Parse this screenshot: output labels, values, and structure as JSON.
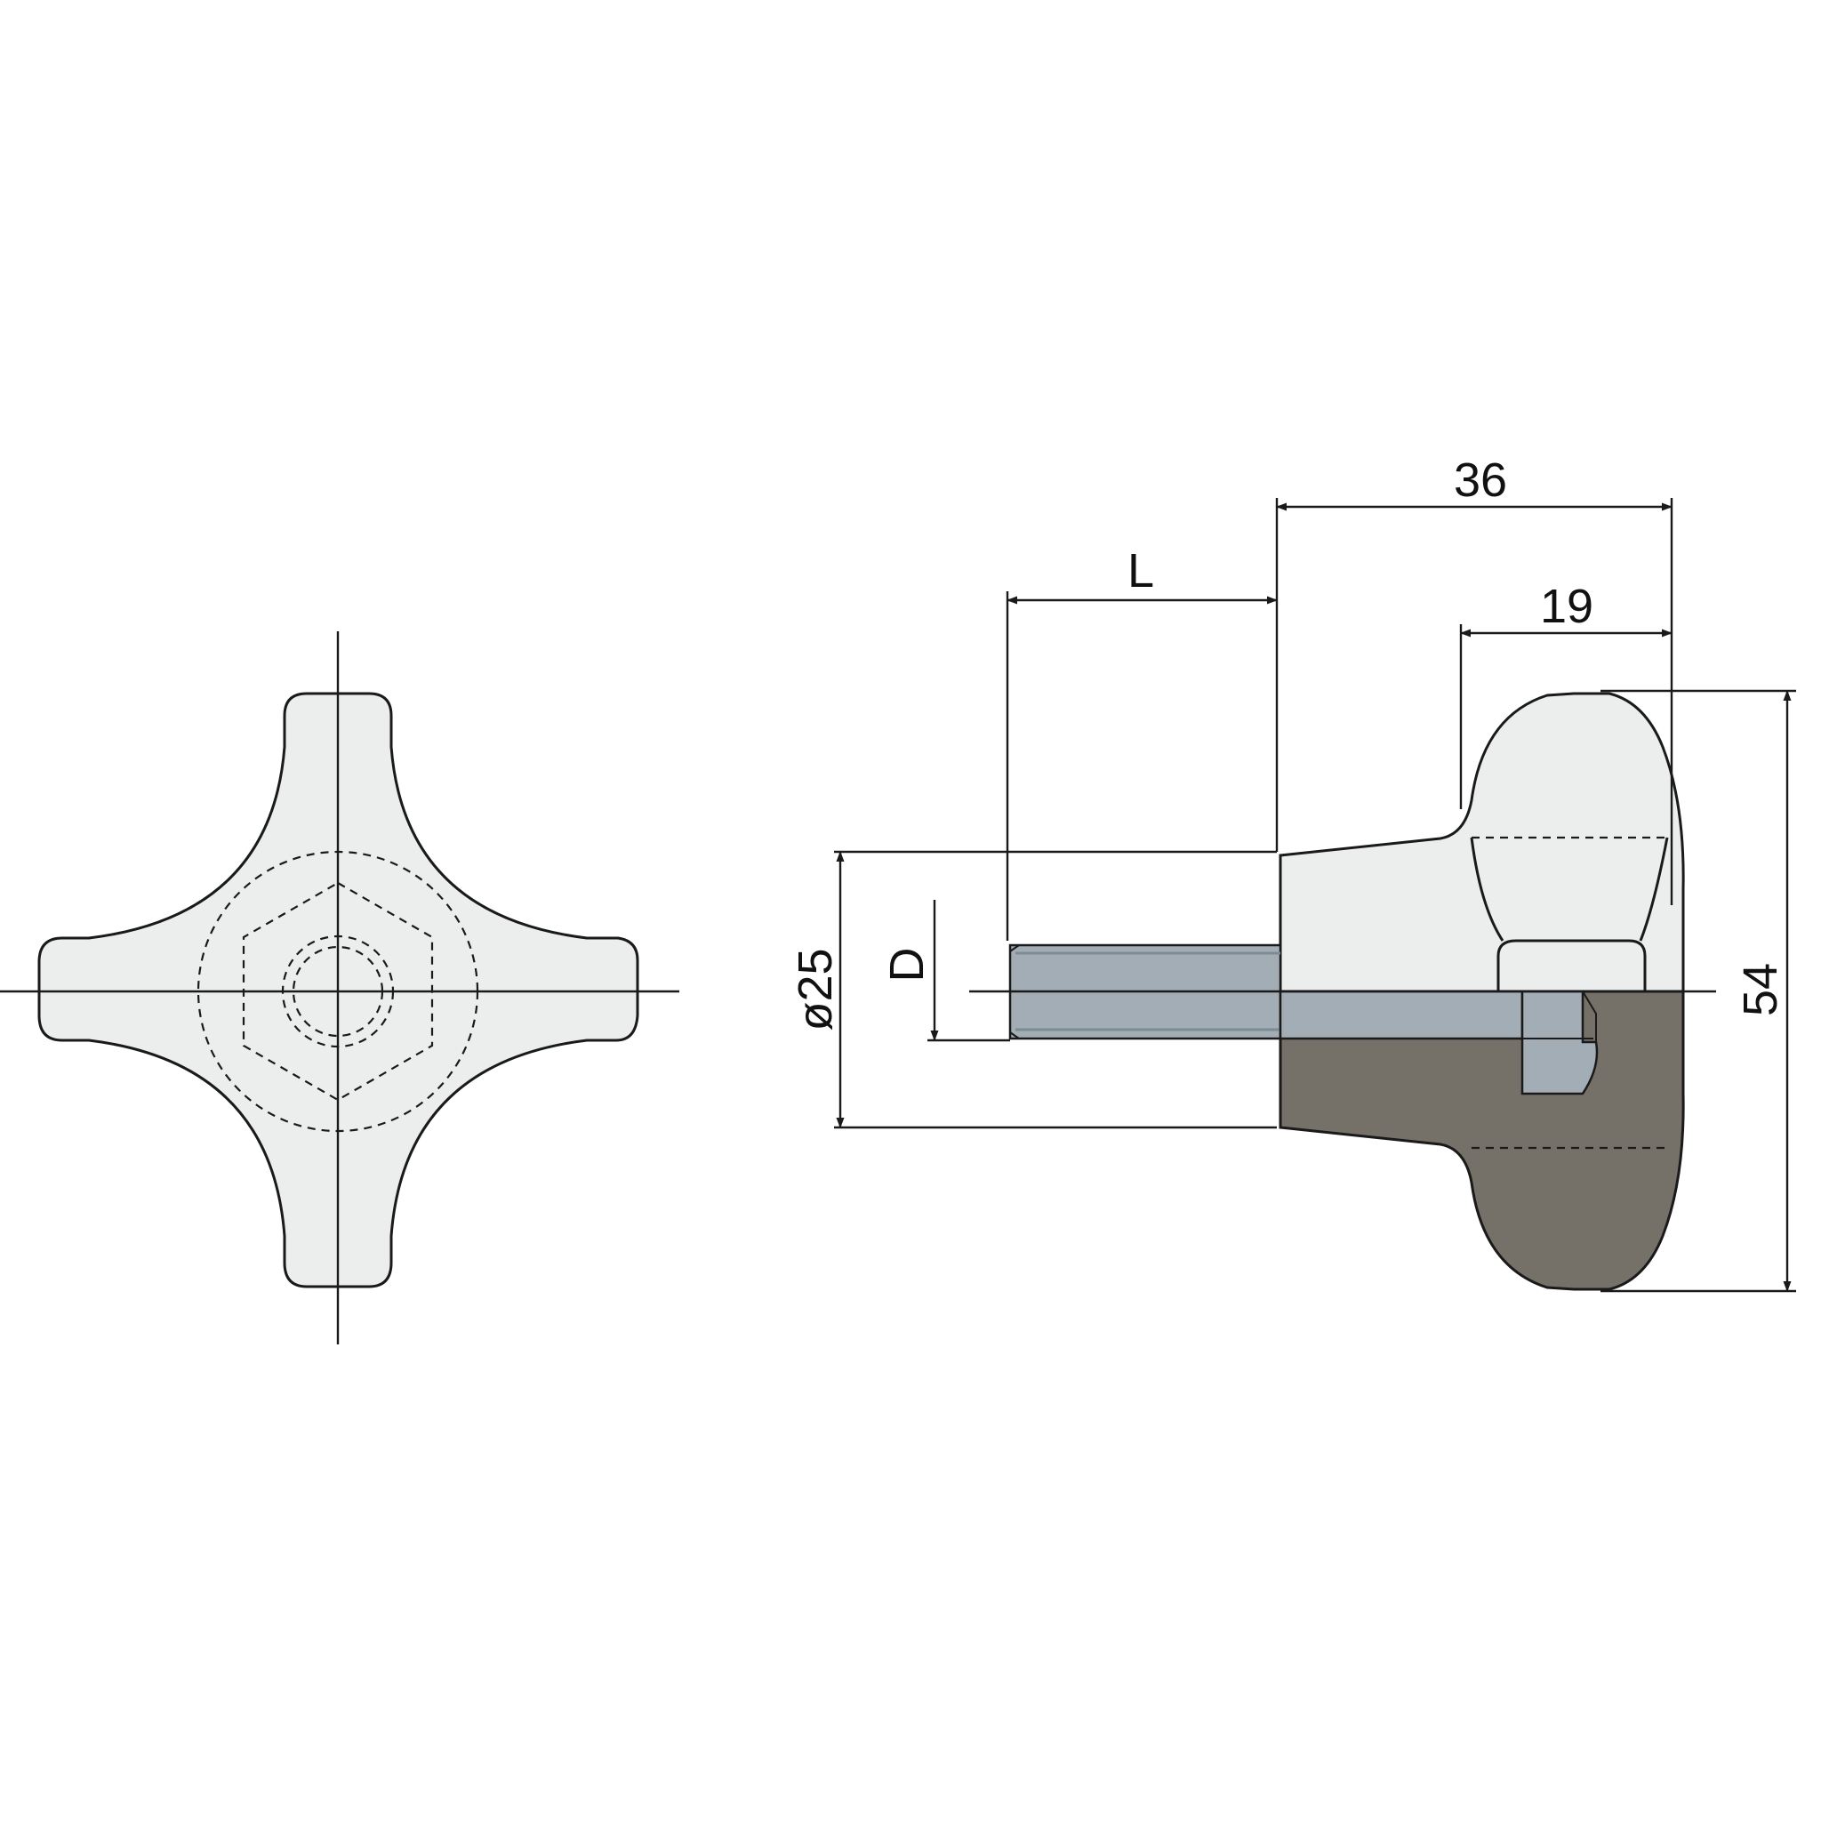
{
  "drawing": {
    "colors": {
      "body_fill": "#eceeed",
      "section_fill": "#757068",
      "steel_fill": "#a2adb6",
      "steel_dark": "#7f8a93",
      "line": "#1a1a1a"
    },
    "dimensions": {
      "overall_length": "36",
      "grip_length": "19",
      "thread_length": "L",
      "thread_diameter": "D",
      "hub_diameter": "ø25",
      "knob_diameter": "54"
    }
  }
}
